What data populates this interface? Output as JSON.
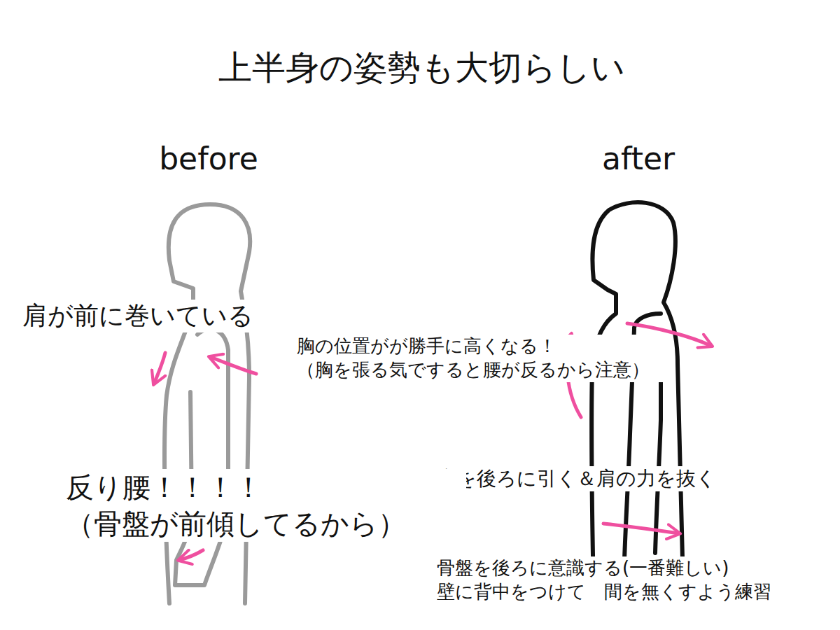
{
  "diagram": {
    "title": "上半身の姿勢も大切らしい",
    "labels": [
      "before",
      "after",
      "肩が前に巻いている",
      "胸の位置がが勝手に高くなる！ （胸を張る気ですると腰が反るから注意）",
      "肩を後ろに引く＆肩の力を抜く",
      "反り腰！！！！ （骨盤が前傾してるから）",
      "骨盤を後ろに意識する(一番難しい) 壁に背中をつけて　間を無くすよう練習"
    ]
  }
}
